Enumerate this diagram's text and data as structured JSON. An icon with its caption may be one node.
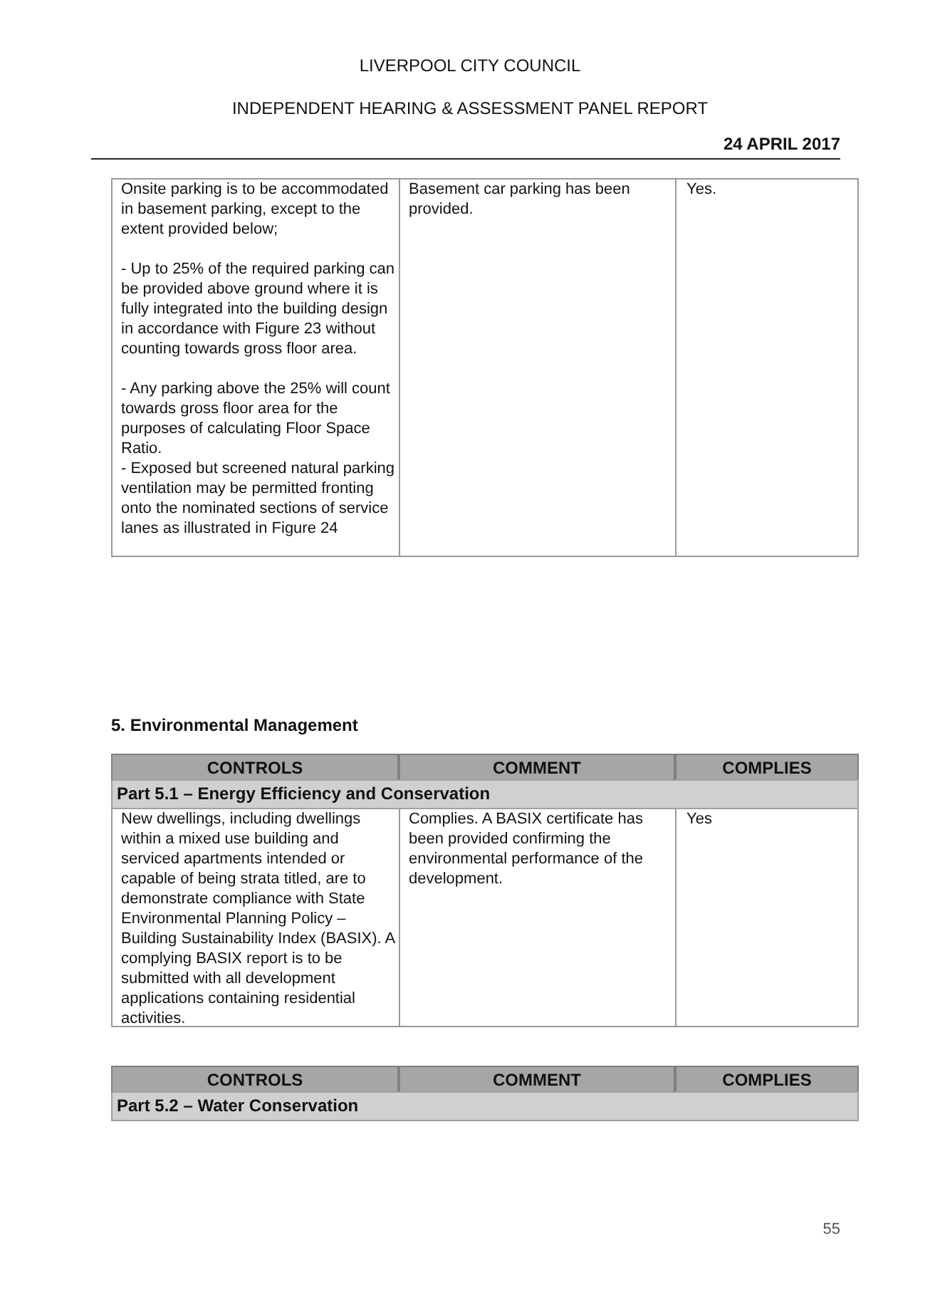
{
  "diagram": {
    "labels": [
      "LIVERPOOL CITY COUNCIL",
      "INDEPENDENT HEARING & ASSESSMENT PANEL REPORT",
      "24 APRIL 2017",
      "Onsite parking is to be accommodated in basement parking, except to the extent provided below;",
      "- Up to 25% of the required parking can be provided above ground where it is fully integrated into the building design in accordance with Figure 23 without counting towards gross floor area.",
      "- Any parking above the 25% will count towards gross floor area for the purposes of calculating Floor Space Ratio.",
      "- Exposed but screened natural parking ventilation may be permitted fronting onto the nominated sections of service lanes as illustrated in Figure 24",
      "Basement car parking has been provided.",
      "Yes.",
      "5. Environmental Management",
      "CONTROLS",
      "COMMENT",
      "COMPLIES",
      "Part 5.1 – Energy Efficiency and Conservation",
      "New dwellings, including dwellings within a mixed use building and serviced apartments intended or capable of being strata titled, are to demonstrate compliance with State Environmental Planning Policy – Building Sustainability Index (BASIX). A complying BASIX report is to be submitted with all development applications containing residential activities.",
      "Complies. A BASIX certificate has been provided confirming the environmental performance of the development.",
      "Yes",
      "CONTROLS",
      "COMMENT",
      "COMPLIES",
      "Part 5.2 – Water Conservation",
      "55"
    ]
  }
}
